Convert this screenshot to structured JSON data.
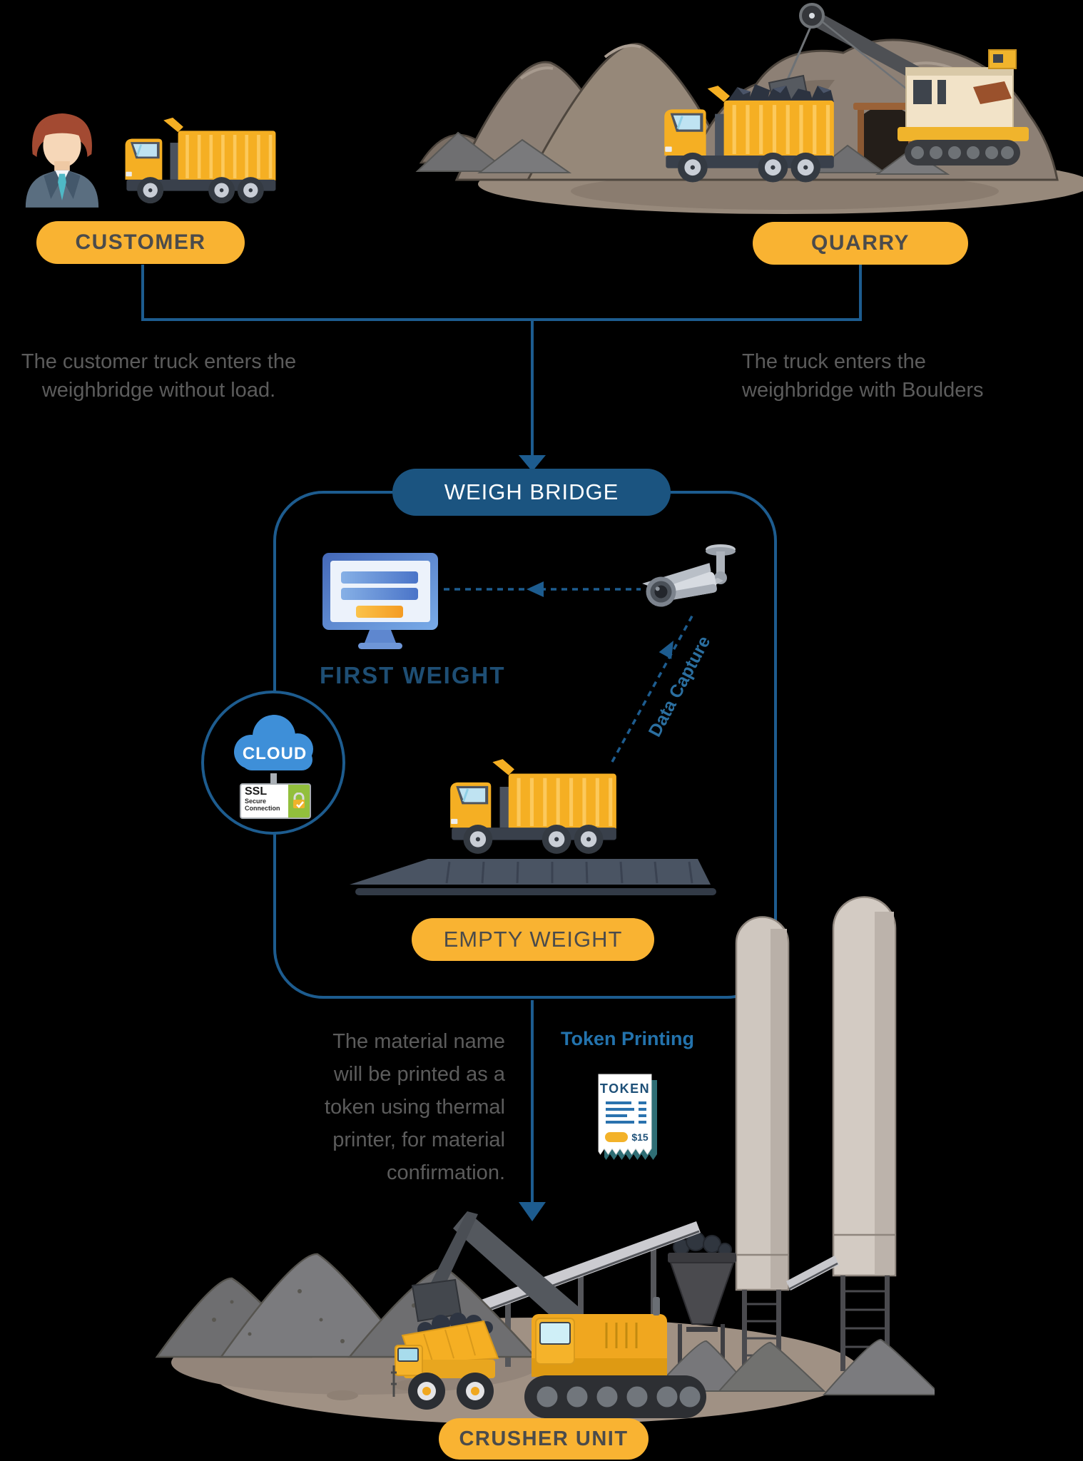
{
  "customer": {
    "label": "CUSTOMER",
    "description_lines": [
      "The customer truck enters the",
      "weighbridge without load."
    ]
  },
  "quarry": {
    "label": "QUARRY",
    "description_lines": [
      "The truck enters the",
      "weighbridge with Boulders"
    ]
  },
  "weighbridge": {
    "label": "WEIGH BRIDGE",
    "first_weight": "FIRST WEIGHT",
    "empty_weight": "EMPTY WEIGHT",
    "data_capture": "Data Capture",
    "cloud_label": "CLOUD",
    "ssl": {
      "line1": "SSL",
      "line2": "Secure",
      "line3": "Connection"
    }
  },
  "token": {
    "heading": "Token Printing",
    "note_lines": [
      "The material name",
      "will be printed as a",
      "token using thermal",
      "printer, for material",
      "confirmation."
    ],
    "receipt": {
      "title": "TOKEN",
      "amount": "$15"
    }
  },
  "crusher": {
    "label": "CRUSHER UNIT"
  },
  "icons": {
    "avatar": "businessman-avatar",
    "truck": "dump-truck",
    "loaded_truck": "dump-truck-with-boulders",
    "monitor": "desktop-monitor",
    "camera": "cctv-camera",
    "cloud": "cloud",
    "ssl_badge": "ssl-secure-connection-badge",
    "token_receipt": "token-receipt",
    "platform": "weighbridge-platform",
    "quarry_scene": "quarry-scene",
    "crusher_scene": "crusher-unit-scene"
  },
  "colors": {
    "accent_yellow": "#F9B332",
    "line_blue": "#1D5C8F",
    "pill_blue": "#1B5480",
    "text_gray": "#5C5C5C",
    "label_dark": "#4B4B4B",
    "heading_navy": "#1E4E74",
    "token_blue": "#2373AD",
    "cloud_blue": "#3E8FD8",
    "ssl_green": "#92BF3C"
  }
}
